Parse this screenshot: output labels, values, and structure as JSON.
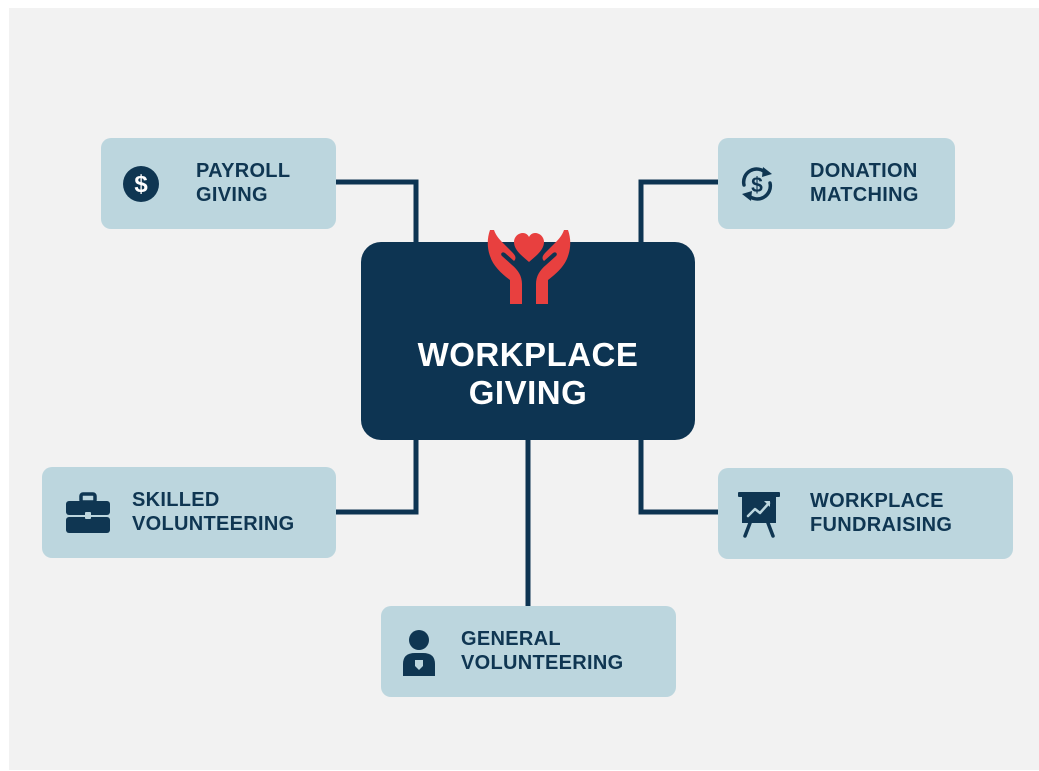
{
  "center": {
    "title_line1": "WORKPLACE",
    "title_line2": "GIVING",
    "icon": "hands-holding-heart-icon"
  },
  "nodes": {
    "payroll_giving": {
      "line1": "PAYROLL",
      "line2": "GIVING",
      "icon": "dollar-circle-icon"
    },
    "donation_matching": {
      "line1": "DONATION",
      "line2": "MATCHING",
      "icon": "dollar-cycle-icon"
    },
    "skilled_volunteering": {
      "line1": "SKILLED",
      "line2": "VOLUNTEERING",
      "icon": "briefcase-icon"
    },
    "workplace_fundraising": {
      "line1": "WORKPLACE",
      "line2": "FUNDRAISING",
      "icon": "presentation-chart-icon"
    },
    "general_volunteering": {
      "line1": "GENERAL",
      "line2": "VOLUNTEERING",
      "icon": "person-icon"
    }
  },
  "colors": {
    "background": "#f2f2f2",
    "node_fill": "#bcd6de",
    "center_fill": "#0d3452",
    "text_dark": "#0f3652",
    "heart_red": "#e8403f",
    "connector": "#0d3452"
  }
}
